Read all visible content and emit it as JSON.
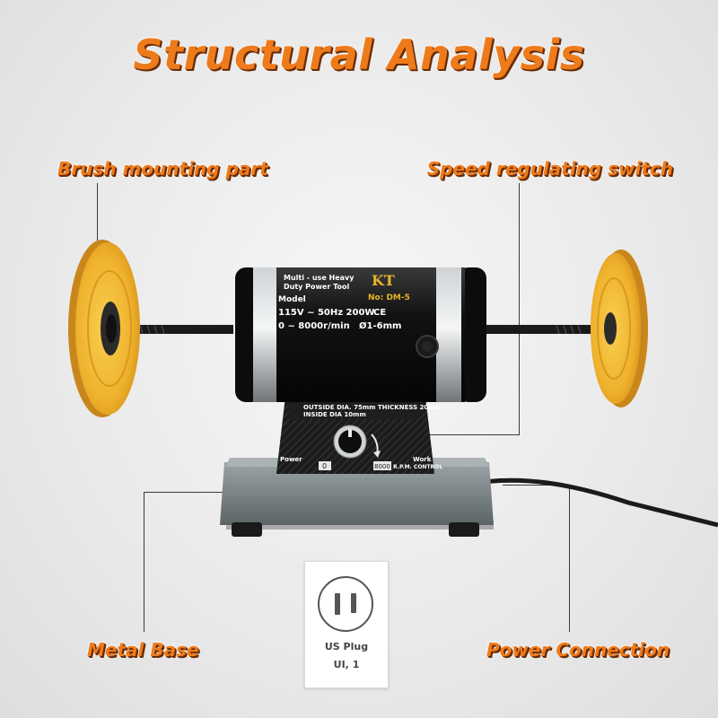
{
  "title": "Structural Analysis",
  "labels": {
    "brush": "Brush mounting part",
    "speed": "Speed regulating switch",
    "base": "Metal Base",
    "power": "Power Connection"
  },
  "motor_label": {
    "line1": "Multi - use Heavy",
    "line2": "Duty Power Tool",
    "brand": "KT",
    "model_label": "Model",
    "model_no": "No: DM-5",
    "spec": "115V ~ 50Hz  200W",
    "ce": "CE",
    "speed": "0 ~ 8000r/min",
    "chuck": "Ø1-6mm"
  },
  "panel": {
    "dims_line1": "OUTSIDE DIA. 75mm THICKNESS 20mm",
    "dims_line2": "INSIDE DIA 10mm",
    "power": "Power",
    "work": "Work",
    "zero": "0",
    "max": "8000",
    "rpm": "R.P.M. CONTROL"
  },
  "plug": {
    "name": "US Plug",
    "cert": "UI, 1"
  },
  "colors": {
    "accent": "#ee7b1b",
    "wheel": "#f2b632",
    "motor": "#1c1c1c",
    "base": "#7f8a8d"
  }
}
